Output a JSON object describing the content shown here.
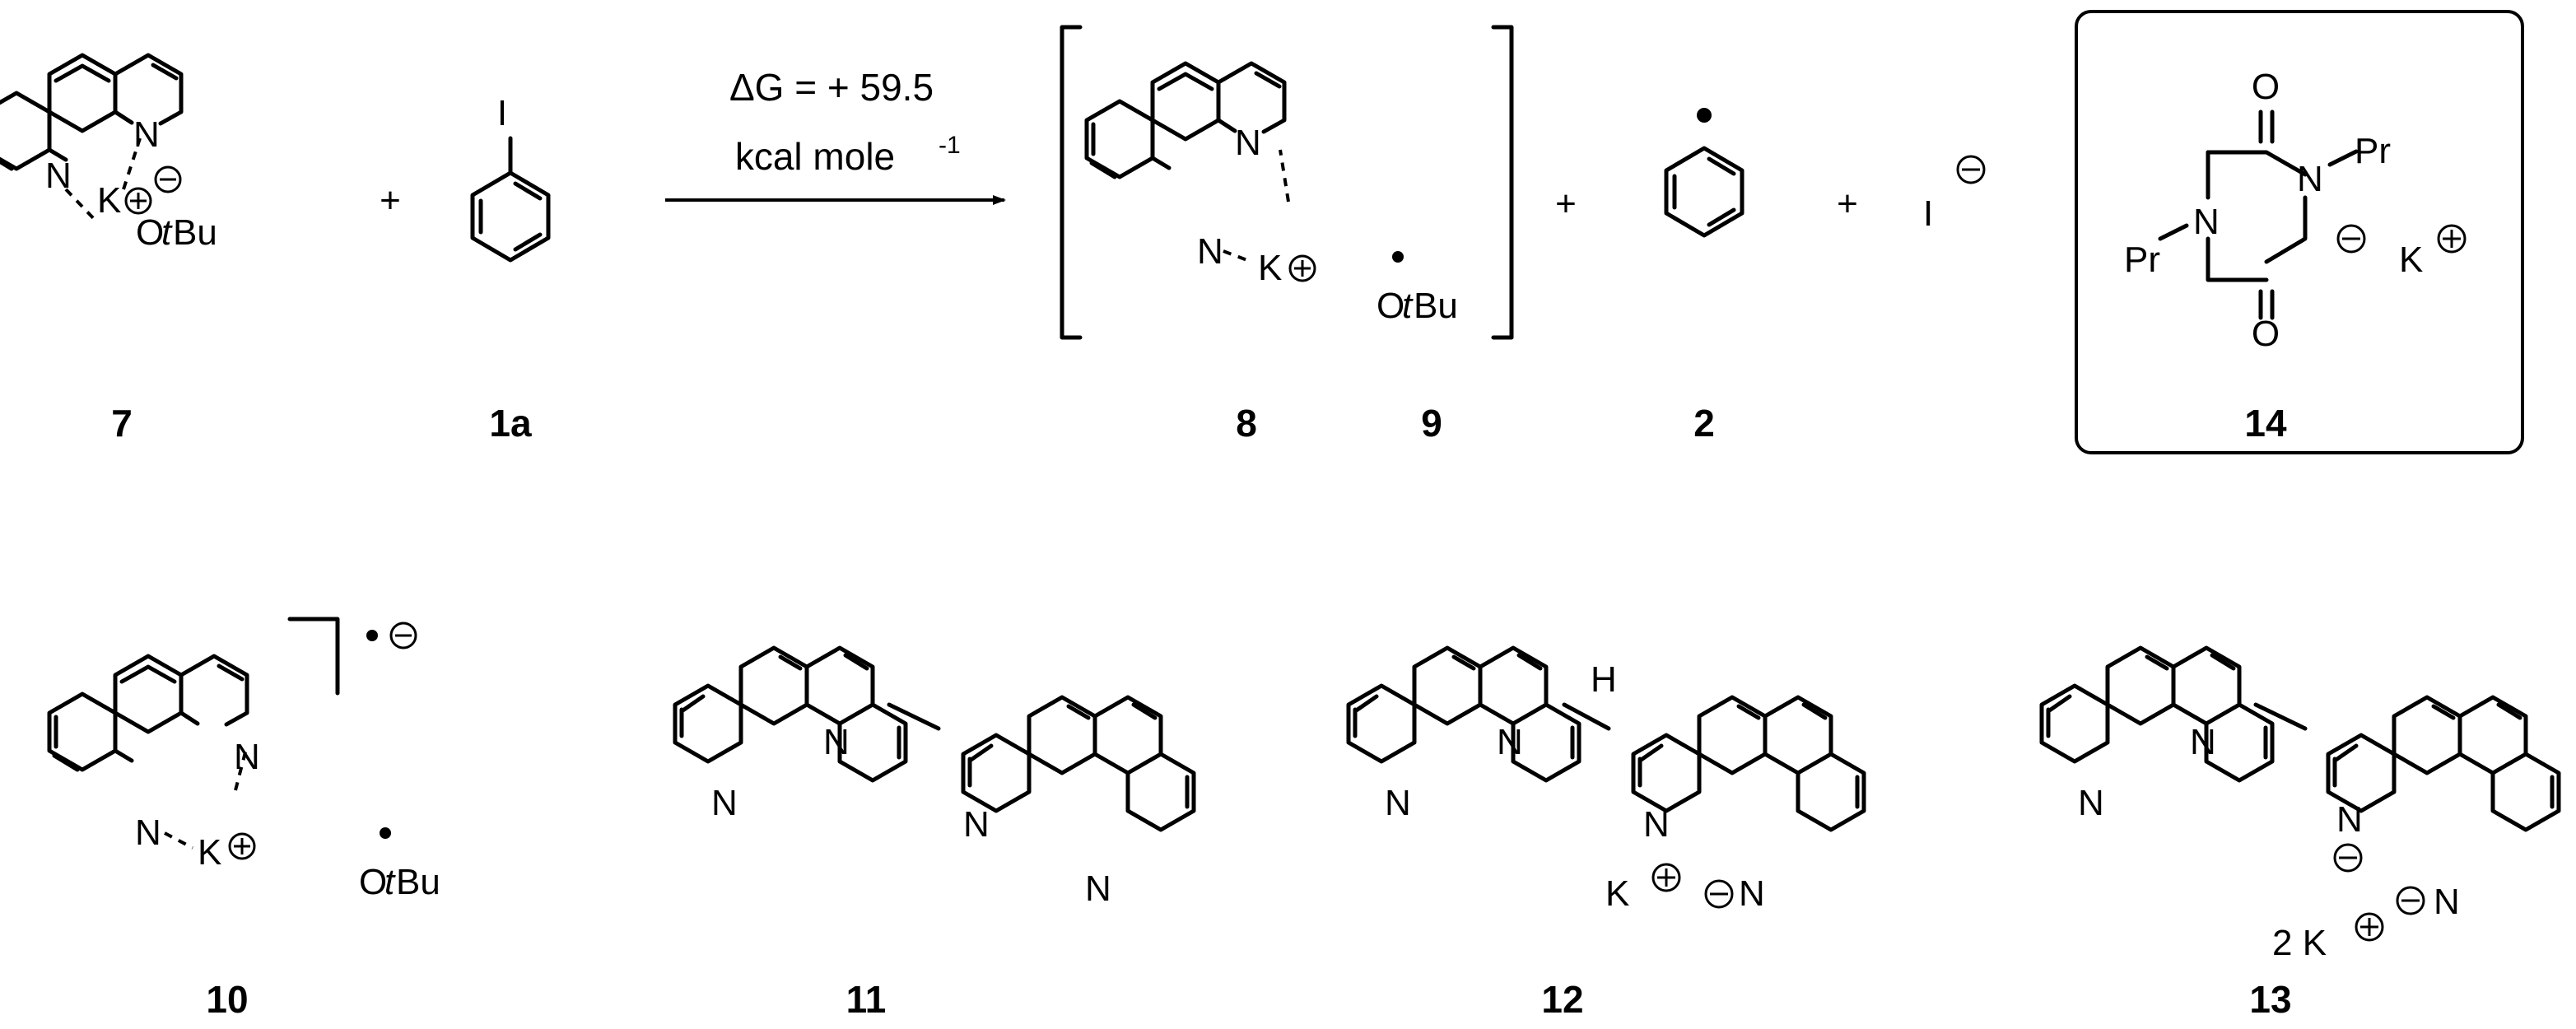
{
  "reaction": {
    "delta_g": "ΔG = + 59.5",
    "units": "kcal mole",
    "units_exp": "-1",
    "plus": "+"
  },
  "atoms": {
    "N": "N",
    "K": "K",
    "O": "O",
    "t": "t",
    "Bu": "Bu",
    "I": "I",
    "H": "H",
    "Pr": "Pr",
    "two_k": "2 K"
  },
  "compound_labels": {
    "c7": "7",
    "c1a": "1a",
    "c8": "8",
    "c9": "9",
    "c2": "2",
    "c14": "14",
    "c10": "10",
    "c11": "11",
    "c12": "12",
    "c13": "13"
  }
}
